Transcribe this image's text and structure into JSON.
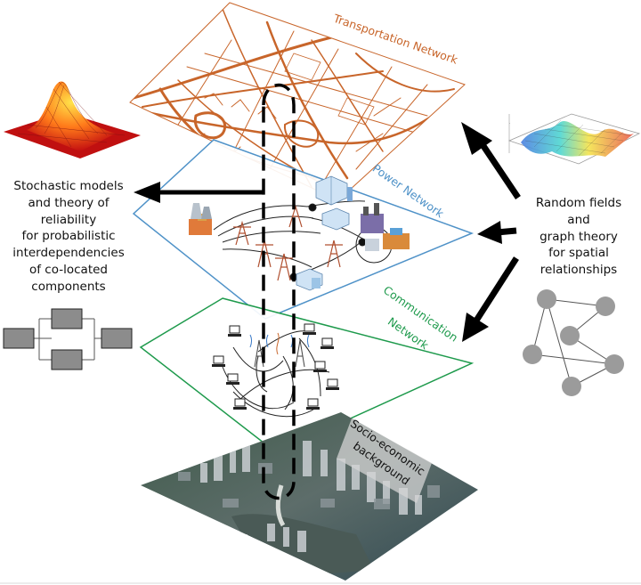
{
  "layers": {
    "transportation": {
      "label": "Transportation Network",
      "color": "#c8652a"
    },
    "power": {
      "label": "Power Network",
      "color": "#4f92c8"
    },
    "communication": {
      "label_line1": "Communication",
      "label_line2": "Network",
      "color": "#1e9a4c"
    },
    "socio": {
      "label_line1": "Socio-economic",
      "label_line2": "background"
    }
  },
  "left_text": {
    "lines": [
      "Stochastic models",
      "and theory of",
      "reliability",
      "for probabilistic",
      "interdependencies",
      "of co-located",
      "components"
    ]
  },
  "right_text": {
    "lines": [
      "Random fields",
      "and",
      "graph theory",
      "for spatial",
      "relationships"
    ]
  },
  "colors": {
    "arrow": "#000000",
    "graph_node": "#9b9b9b",
    "block": "#8c8c8c"
  }
}
